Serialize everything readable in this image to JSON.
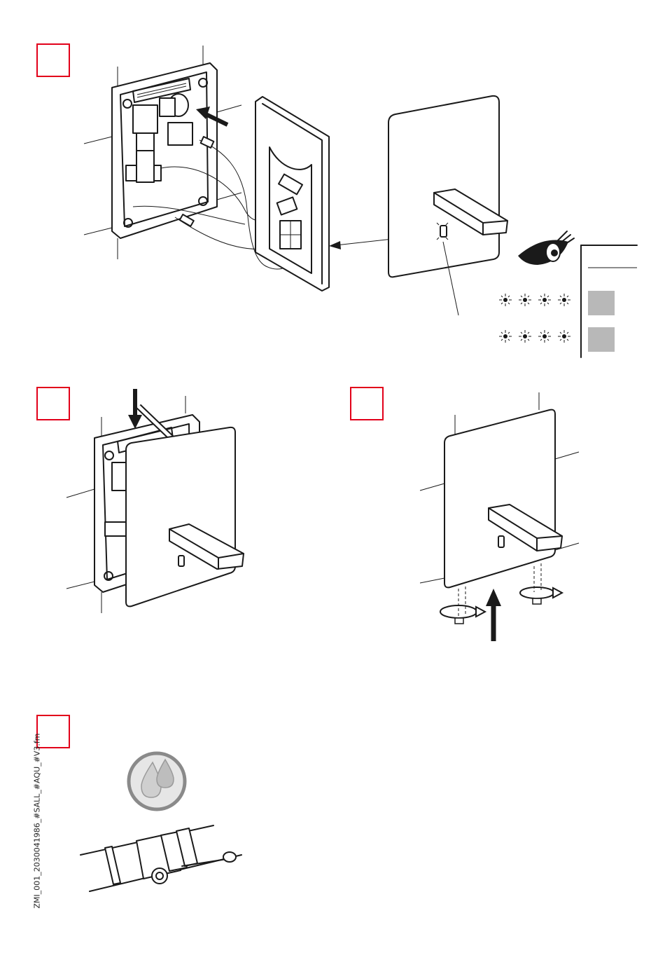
{
  "page": {
    "footer_id": "ZMI_001_2030041986_#SALL_#AQU_#V3.fm"
  },
  "steps": [
    {
      "id": "step-1",
      "marker_color": "#e2001a"
    },
    {
      "id": "step-2",
      "marker_color": "#e2001a"
    },
    {
      "id": "step-3",
      "marker_color": "#e2001a"
    },
    {
      "id": "step-4",
      "marker_color": "#e2001a"
    }
  ],
  "indicator_table": {
    "rows": 2,
    "leds_per_row": 4,
    "status_color": "#b8b8b8"
  },
  "icons": [
    "eye-icon",
    "led-icon",
    "water-drops-icon",
    "arrow-up-icon",
    "arrow-down-icon",
    "rotate-screw-icon",
    "ball-valve-icon"
  ]
}
